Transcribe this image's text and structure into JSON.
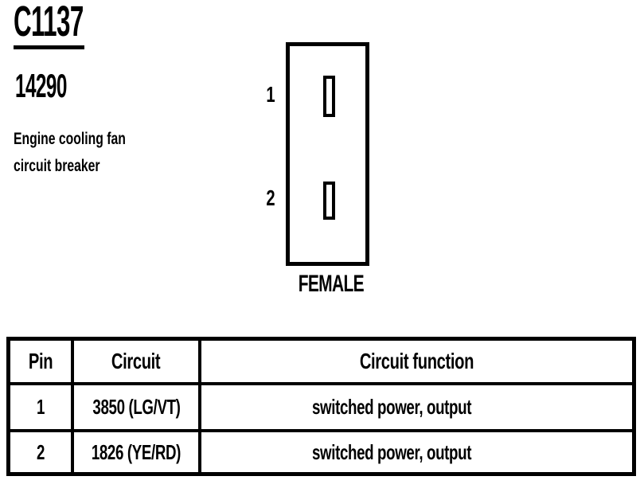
{
  "header": {
    "connector_id": "C1137",
    "part_number": "14290",
    "description_line1": "Engine cooling fan",
    "description_line2": "circuit breaker"
  },
  "connector": {
    "gender_label": "FEMALE",
    "pin_labels": [
      "1",
      "2"
    ]
  },
  "pin_table": {
    "headers": {
      "pin": "Pin",
      "circuit": "Circuit",
      "function": "Circuit function"
    },
    "rows": [
      {
        "pin": "1",
        "circuit": "3850 (LG/VT)",
        "function": "switched power, output"
      },
      {
        "pin": "2",
        "circuit": "1826 (YE/RD)",
        "function": "switched power, output"
      }
    ]
  },
  "colors": {
    "ink": "#000000",
    "background": "#ffffff"
  }
}
